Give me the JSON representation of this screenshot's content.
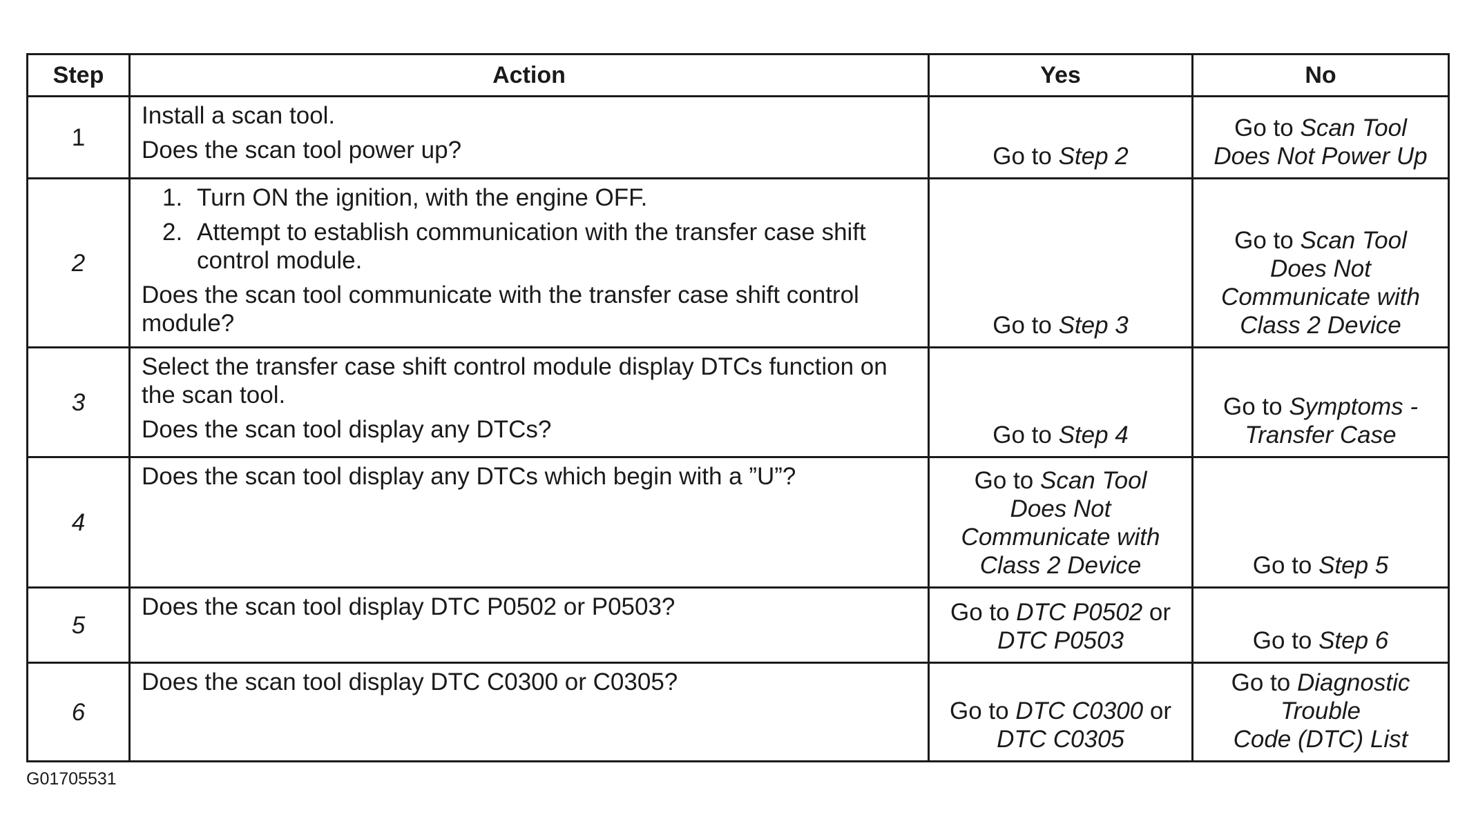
{
  "headers": {
    "step": "Step",
    "action": "Action",
    "yes": "Yes",
    "no": "No"
  },
  "rows": [
    {
      "step": "1",
      "action": {
        "line1": "Install a scan tool.",
        "question": "Does the scan tool power up?"
      },
      "yes": {
        "prefix": "Go to ",
        "ref": "Step 2"
      },
      "no": {
        "prefix": "Go to ",
        "ref_line1": "Scan Tool",
        "ref_line2": "Does Not Power Up"
      }
    },
    {
      "step": "2",
      "action": {
        "step1_num": "1.",
        "step1_text": "Turn ON the ignition, with the engine OFF.",
        "step2_num": "2.",
        "step2_text": "Attempt to establish communication with the transfer case shift control module.",
        "question": "Does the scan tool communicate with the transfer case shift control module?"
      },
      "yes": {
        "prefix": "Go to ",
        "ref": "Step 3"
      },
      "no": {
        "prefix": "Go to ",
        "ref_line1": "Scan Tool",
        "ref_line2": "Does Not",
        "ref_line3": "Communicate with",
        "ref_line4": "Class 2 Device"
      }
    },
    {
      "step": "3",
      "action": {
        "line1": "Select the transfer case shift control module display DTCs function on the scan tool.",
        "question": "Does the scan tool display any DTCs?"
      },
      "yes": {
        "prefix": "Go to ",
        "ref": "Step 4"
      },
      "no": {
        "prefix": "Go to ",
        "ref_line1": "Symptoms -",
        "ref_line2": "Transfer Case"
      }
    },
    {
      "step": "4",
      "action": {
        "question": "Does the scan tool display any DTCs which begin with a ”U”?"
      },
      "yes": {
        "prefix": "Go to ",
        "ref_line1": "Scan Tool",
        "ref_line2": "Does Not",
        "ref_line3": "Communicate with",
        "ref_line4": "Class 2 Device"
      },
      "no": {
        "prefix": "Go to ",
        "ref": "Step 5"
      }
    },
    {
      "step": "5",
      "action": {
        "question": "Does the scan tool display DTC P0502 or P0503?"
      },
      "yes": {
        "prefix": "Go to ",
        "ref_a": "DTC P0502",
        "joiner": " or",
        "ref_b": "DTC P0503"
      },
      "no": {
        "prefix": "Go to ",
        "ref": "Step 6"
      }
    },
    {
      "step": "6",
      "action": {
        "question": "Does the scan tool display DTC C0300 or C0305?"
      },
      "yes": {
        "prefix": "Go to ",
        "ref_a": "DTC C0300",
        "joiner": " or",
        "ref_b": "DTC C0305"
      },
      "no": {
        "prefix": "Go to ",
        "ref_line1": "Diagnostic",
        "ref_line2": "Trouble",
        "ref_line3": "Code (DTC) List"
      }
    }
  ],
  "figure_id": "G01705531"
}
